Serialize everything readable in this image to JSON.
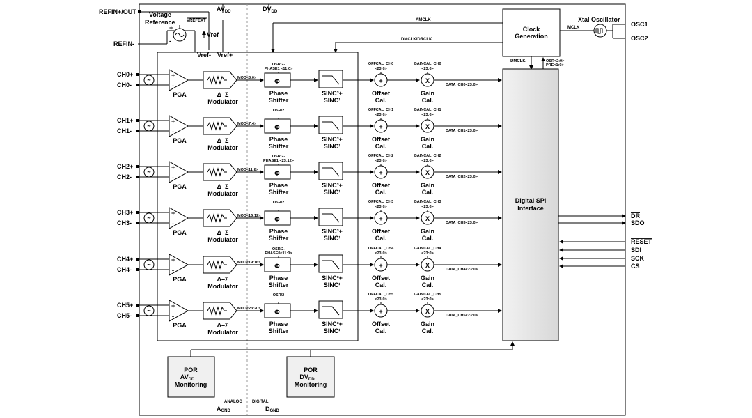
{
  "power": {
    "avdd": "AV",
    "avdd_sub": "DD",
    "dvdd": "DV",
    "dvdd_sub": "DD"
  },
  "refpins": {
    "refin_plus": "REFIN+/OUT",
    "refin_minus": "REFIN-"
  },
  "voltage_reference": {
    "label_line1": "Voltage",
    "label_line2": "Reference",
    "vrefext": "VREFEXT",
    "vref": "Vref",
    "vref_minus": "Vref-",
    "vref_plus": "Vref+",
    "plus_sign": "+",
    "minus_sign": "-"
  },
  "clock": {
    "block_line1": "Clock",
    "block_line2": "Generation",
    "amclk": "AMCLK",
    "dmclk_drclk": "DMCLK/DRCLK",
    "mclk": "MCLK",
    "dmclk": "DMCLK",
    "osr_line1": "OSR<2:0>",
    "osr_line2": "PRE<1:0>",
    "xtal": "Xtal Oscillator",
    "osc1": "OSC1",
    "osc2": "OSC2"
  },
  "spi": {
    "line1": "Digital SPI",
    "line2": "Interface"
  },
  "spi_pins": [
    {
      "name": "DR",
      "overbar": true
    },
    {
      "name": "SDO",
      "overbar": false
    },
    {
      "name": "RESET",
      "overbar": true
    },
    {
      "name": "SDI",
      "overbar": false
    },
    {
      "name": "SCK",
      "overbar": false
    },
    {
      "name": "CS",
      "overbar": true
    }
  ],
  "channel_blocks": {
    "pga": "PGA",
    "mod_line1": "Δ–Σ",
    "mod_line2": "Modulator",
    "phase_symbol": "Φ",
    "phase_line1": "Phase",
    "phase_line2": "Shifter",
    "sinc_line1": "SINC³+",
    "sinc_line2": "SINC¹",
    "offset_symbol": "+",
    "offset_line1": "Offset",
    "offset_line2": "Cal.",
    "gain_symbol": "X",
    "gain_line1": "Gain",
    "gain_line2": "Cal.",
    "bits": "<23:0>",
    "plus_sign": "+",
    "minus_sign": "-",
    "sine": "~"
  },
  "channels": [
    {
      "pos": "CH0+",
      "neg": "CH0-",
      "mod": "MOD<3:0>",
      "phase_line1": "OSR/2-",
      "phase_line2": "PHASE1 <11:0>",
      "offcal": "OFFCAL_CH0",
      "gaincal": "GAINCAL_CH0",
      "data": "DATA_CH0<23:0>"
    },
    {
      "pos": "CH1+",
      "neg": "CH1-",
      "mod": "MOD<7:4>",
      "phase_line1": "OSR/2",
      "phase_line2": "",
      "offcal": "OFFCAL_CH1",
      "gaincal": "GAINCAL_CH1",
      "data": "DATA_CH1<23:0>"
    },
    {
      "pos": "CH2+",
      "neg": "CH2-",
      "mod": "MOD<11:8>",
      "phase_line1": "OSR/2-",
      "phase_line2": "PHASE1 <23:12>",
      "offcal": "OFFCAL_CH2",
      "gaincal": "GAINCAL_CH2",
      "data": "DATA_CH2<23:0>"
    },
    {
      "pos": "CH3+",
      "neg": "CH3-",
      "mod": "MOD<15:12>",
      "phase_line1": "OSR/2",
      "phase_line2": "",
      "offcal": "OFFCAL_CH3",
      "gaincal": "GAINCAL_CH3",
      "data": "DATA_CH3<23:0>"
    },
    {
      "pos": "CH4+",
      "neg": "CH4-",
      "mod": "MOD<19:16>",
      "phase_line1": "OSR/2-",
      "phase_line2": "PHASE0<11:0>",
      "offcal": "OFFCAL_CH4",
      "gaincal": "GAINCAL_CH4",
      "data": "DATA_CH4<23:0>"
    },
    {
      "pos": "CH5+",
      "neg": "CH5-",
      "mod": "MOD<23:20>",
      "phase_line1": "OSR/2",
      "phase_line2": "",
      "offcal": "OFFCAL_CH5",
      "gaincal": "GAINCAL_CH5",
      "data": "DATA_CH5<23:0>"
    }
  ],
  "por_av": {
    "line1": "POR",
    "line2": "AV",
    "line2_sub": "DD",
    "line3": "Monitoring"
  },
  "por_dv": {
    "line1": "POR",
    "line2": "DV",
    "line2_sub": "DD",
    "line3": "Monitoring"
  },
  "ground": {
    "analog": "ANALOG",
    "digital": "DIGITAL",
    "agnd": "A",
    "agnd_sub": "GND",
    "dgnd": "D",
    "dgnd_sub": "GND"
  }
}
